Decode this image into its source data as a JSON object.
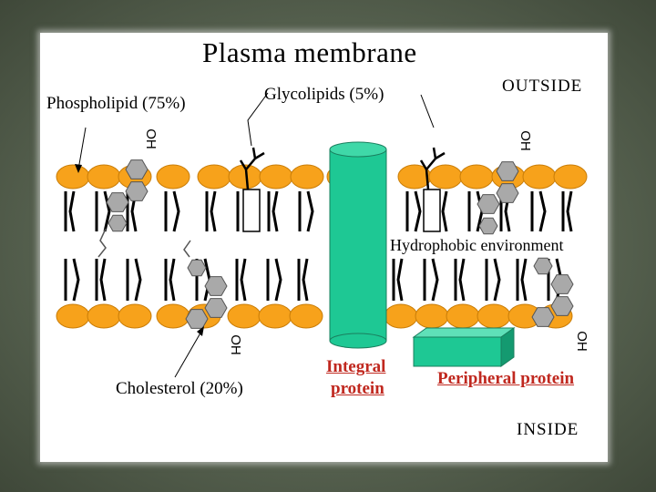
{
  "title": "Plasma membrane",
  "labels": {
    "outside": "OUTSIDE",
    "inside": "INSIDE",
    "phospholipid": "Phospholipid (75%)",
    "glycolipids": "Glycolipids (5%)",
    "hydrophobic": "Hydrophobic environment",
    "cholesterol": "Cholesterol (20%)",
    "integral_line1": "Integral",
    "integral_line2": "protein",
    "peripheral": "Peripheral protein",
    "oh": "OH"
  },
  "colors": {
    "phospholipid_head": "#f7a21b",
    "cholesterol_ring": "#a9a9a9",
    "protein": "#1ec894",
    "label_red": "#c0281f",
    "background": "#55604f"
  }
}
